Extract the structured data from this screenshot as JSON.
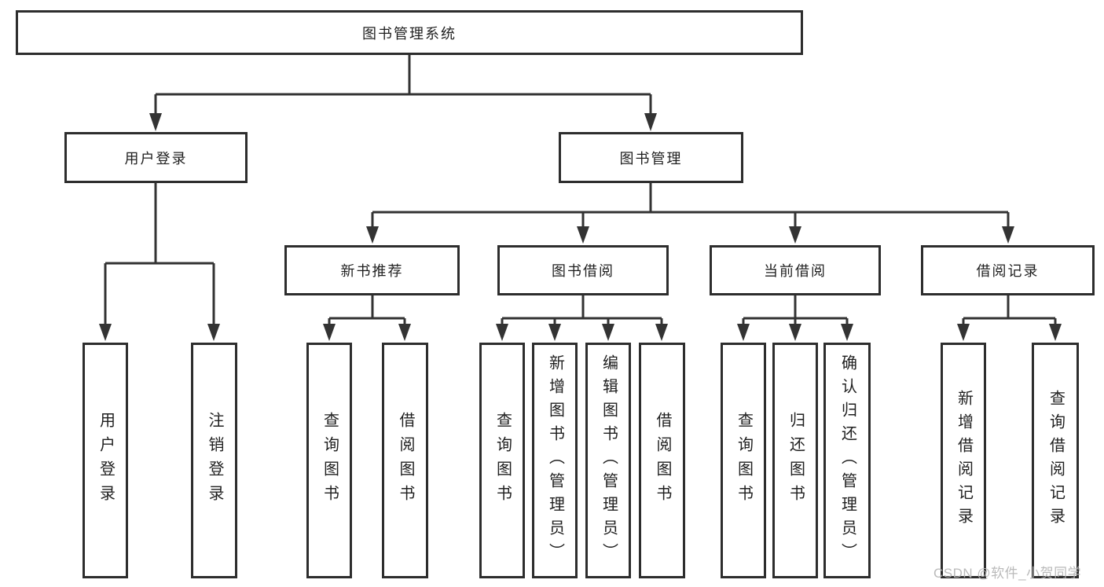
{
  "tree": {
    "root": {
      "label": "图书管理系统",
      "children": [
        {
          "label": "用户登录",
          "children": [
            {
              "label": "用户登录"
            },
            {
              "label": "注销登录"
            }
          ]
        },
        {
          "label": "图书管理",
          "children": [
            {
              "label": "新书推荐",
              "children": [
                {
                  "label": "查询图书"
                },
                {
                  "label": "借阅图书"
                }
              ]
            },
            {
              "label": "图书借阅",
              "children": [
                {
                  "label": "查询图书"
                },
                {
                  "label": "新增图书（管理员）"
                },
                {
                  "label": "编辑图书（管理员）"
                },
                {
                  "label": "借阅图书"
                }
              ]
            },
            {
              "label": "当前借阅",
              "children": [
                {
                  "label": "查询图书"
                },
                {
                  "label": "归还图书"
                },
                {
                  "label": "确认归还（管理员）"
                }
              ]
            },
            {
              "label": "借阅记录",
              "children": [
                {
                  "label": "新增借阅记录"
                },
                {
                  "label": "查询借阅记录"
                }
              ]
            }
          ]
        }
      ]
    }
  },
  "watermark": {
    "text": "CSDN @软件_小贺同学"
  },
  "colors": {
    "line": "#333333",
    "box_border": "#2d2d2d",
    "text": "#1f1f1f",
    "watermark": "#b5b5b5",
    "background": "#ffffff"
  }
}
